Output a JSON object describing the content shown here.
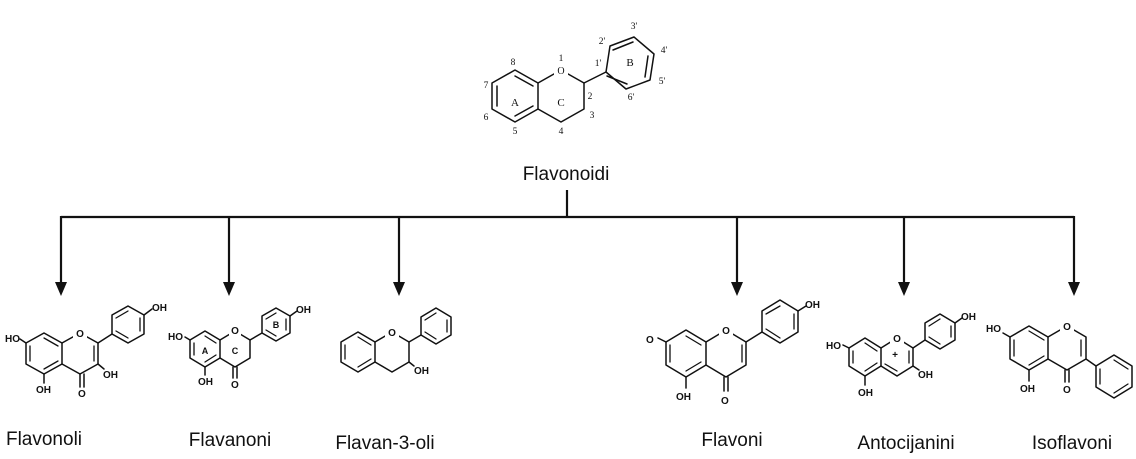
{
  "root": {
    "label": "Flavonoidi",
    "ring_labels": [
      "A",
      "C",
      "B"
    ],
    "position_numbers": [
      "1",
      "2",
      "3",
      "4",
      "5",
      "6",
      "7",
      "8",
      "1'",
      "2'",
      "3'",
      "4'",
      "5'",
      "6'"
    ]
  },
  "classes": [
    {
      "label": "Flavonoli"
    },
    {
      "label": "Flavanoni"
    },
    {
      "label": "Flavan-3-oli"
    },
    {
      "label": "Flavoni"
    },
    {
      "label": "Antocijanini"
    },
    {
      "label": "Isoflavoni"
    }
  ],
  "atoms": {
    "oxygen": "O",
    "hydroxyl": "HO",
    "hydroxyl_r": "OH",
    "plus": "+"
  }
}
